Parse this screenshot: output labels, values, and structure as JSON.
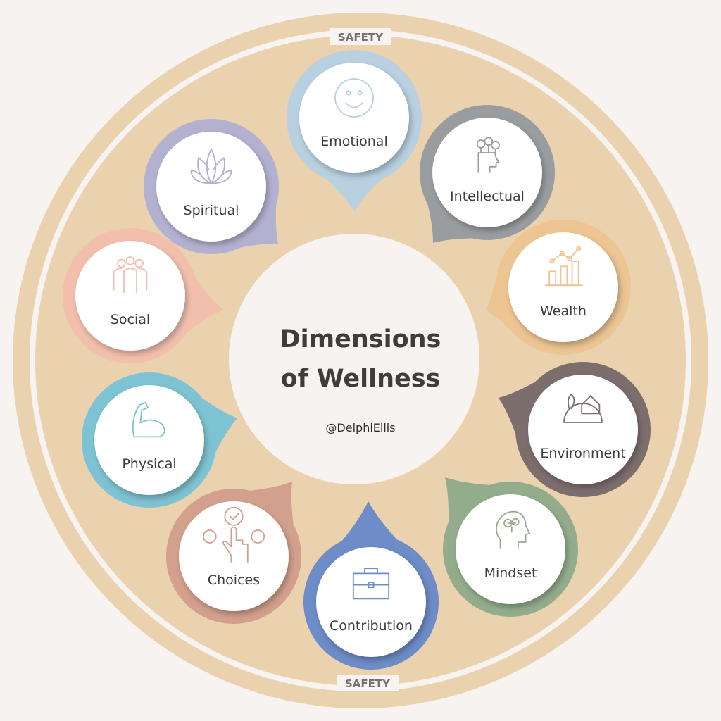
{
  "safety_top": "SAFETY",
  "safety_bottom": "SAFETY",
  "center": {
    "title_line1": "Dimensions",
    "title_line2": "of  Wellness",
    "handle": "@DelphiEllis"
  },
  "colors": {
    "background": "#f6f3f0",
    "tan": "#ead2ae",
    "center_fill": "#f6f3f0",
    "text": "#3d3d3d"
  },
  "dimensions": [
    {
      "label": "Emotional",
      "icon": "smiley-face-icon",
      "color": "#b8d0e0"
    },
    {
      "label": "Intellectual",
      "icon": "head-with-flowers-icon",
      "color": "#999da0"
    },
    {
      "label": "Wealth",
      "icon": "bar-chart-growth-icon",
      "color": "#ecc592"
    },
    {
      "label": "Environment",
      "icon": "earth-with-house-icon",
      "color": "#7d6e6e"
    },
    {
      "label": "Mindset",
      "icon": "head-with-brain-icon",
      "color": "#93ad8c"
    },
    {
      "label": "Contribution",
      "icon": "briefcase-icon",
      "color": "#6d8cc8"
    },
    {
      "label": "Choices",
      "icon": "hand-pointing-choice-icon",
      "color": "#d2a08c"
    },
    {
      "label": "Physical",
      "icon": "flexed-arm-icon",
      "color": "#7ec3d3"
    },
    {
      "label": "Social",
      "icon": "group-of-people-icon",
      "color": "#f2bfad"
    },
    {
      "label": "Spiritual",
      "icon": "lotus-icon",
      "color": "#b3b1d0"
    }
  ]
}
